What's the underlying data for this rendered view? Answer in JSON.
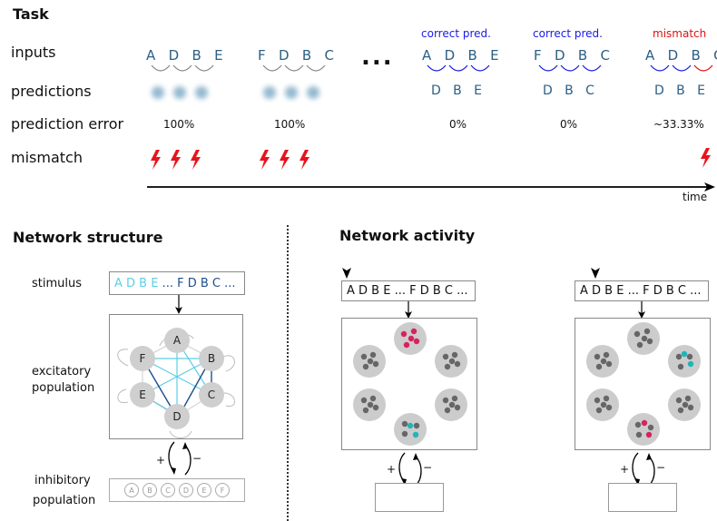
{
  "task": {
    "title": "Task",
    "row_labels": {
      "inputs": "inputs",
      "predictions": "predictions",
      "prediction_error": "prediction error",
      "mismatch": "mismatch"
    },
    "sequences": [
      {
        "letters": [
          "A",
          "D",
          "B",
          "E"
        ],
        "error": "100%",
        "bolts": 3,
        "blurred": true
      },
      {
        "letters": [
          "F",
          "D",
          "B",
          "C"
        ],
        "error": "100%",
        "bolts": 3,
        "blurred": true
      },
      {
        "letters": [
          "A",
          "D",
          "B",
          "E"
        ],
        "predictions": [
          "D",
          "B",
          "E"
        ],
        "error": "0%",
        "annotation": "correct pred.",
        "bolts": 0
      },
      {
        "letters": [
          "F",
          "D",
          "B",
          "C"
        ],
        "predictions": [
          "D",
          "B",
          "C"
        ],
        "error": "0%",
        "annotation": "correct pred.",
        "bolts": 0
      },
      {
        "letters": [
          "A",
          "D",
          "B",
          "C"
        ],
        "predictions": [
          "D",
          "B",
          "E"
        ],
        "error": "~33.33%",
        "annotation": "mismatch",
        "bolts": 1
      }
    ],
    "ellipsis": "...",
    "time_label": "time",
    "colors": {
      "letters": "#2b5f86",
      "correct": "#1a1ae6",
      "mismatch": "#e01010",
      "bolt": "#e8141c"
    }
  },
  "structure": {
    "title": "Network structure",
    "stimulus_label": "stimulus",
    "stimulus_text_a": "A D B E",
    "stimulus_text_b": "... F D B C ...",
    "excitatory_label_1": "excitatory",
    "excitatory_label_2": "population",
    "inhibitory_label_1": "inhibitory",
    "inhibitory_label_2": "population",
    "nodes": [
      "A",
      "B",
      "C",
      "D",
      "E",
      "F"
    ],
    "inhibitory_cells": [
      "A",
      "B",
      "C",
      "D",
      "E",
      "F"
    ],
    "plus": "+",
    "minus": "−"
  },
  "activity": {
    "title": "Network activity",
    "stimulus_text": "A D B E ... F D B C ...",
    "plus": "+",
    "minus": "−",
    "colors": {
      "active": "#d6235e",
      "predicted": "#1fb5b8",
      "neuron": "#666666",
      "cluster": "#cccccc"
    }
  }
}
